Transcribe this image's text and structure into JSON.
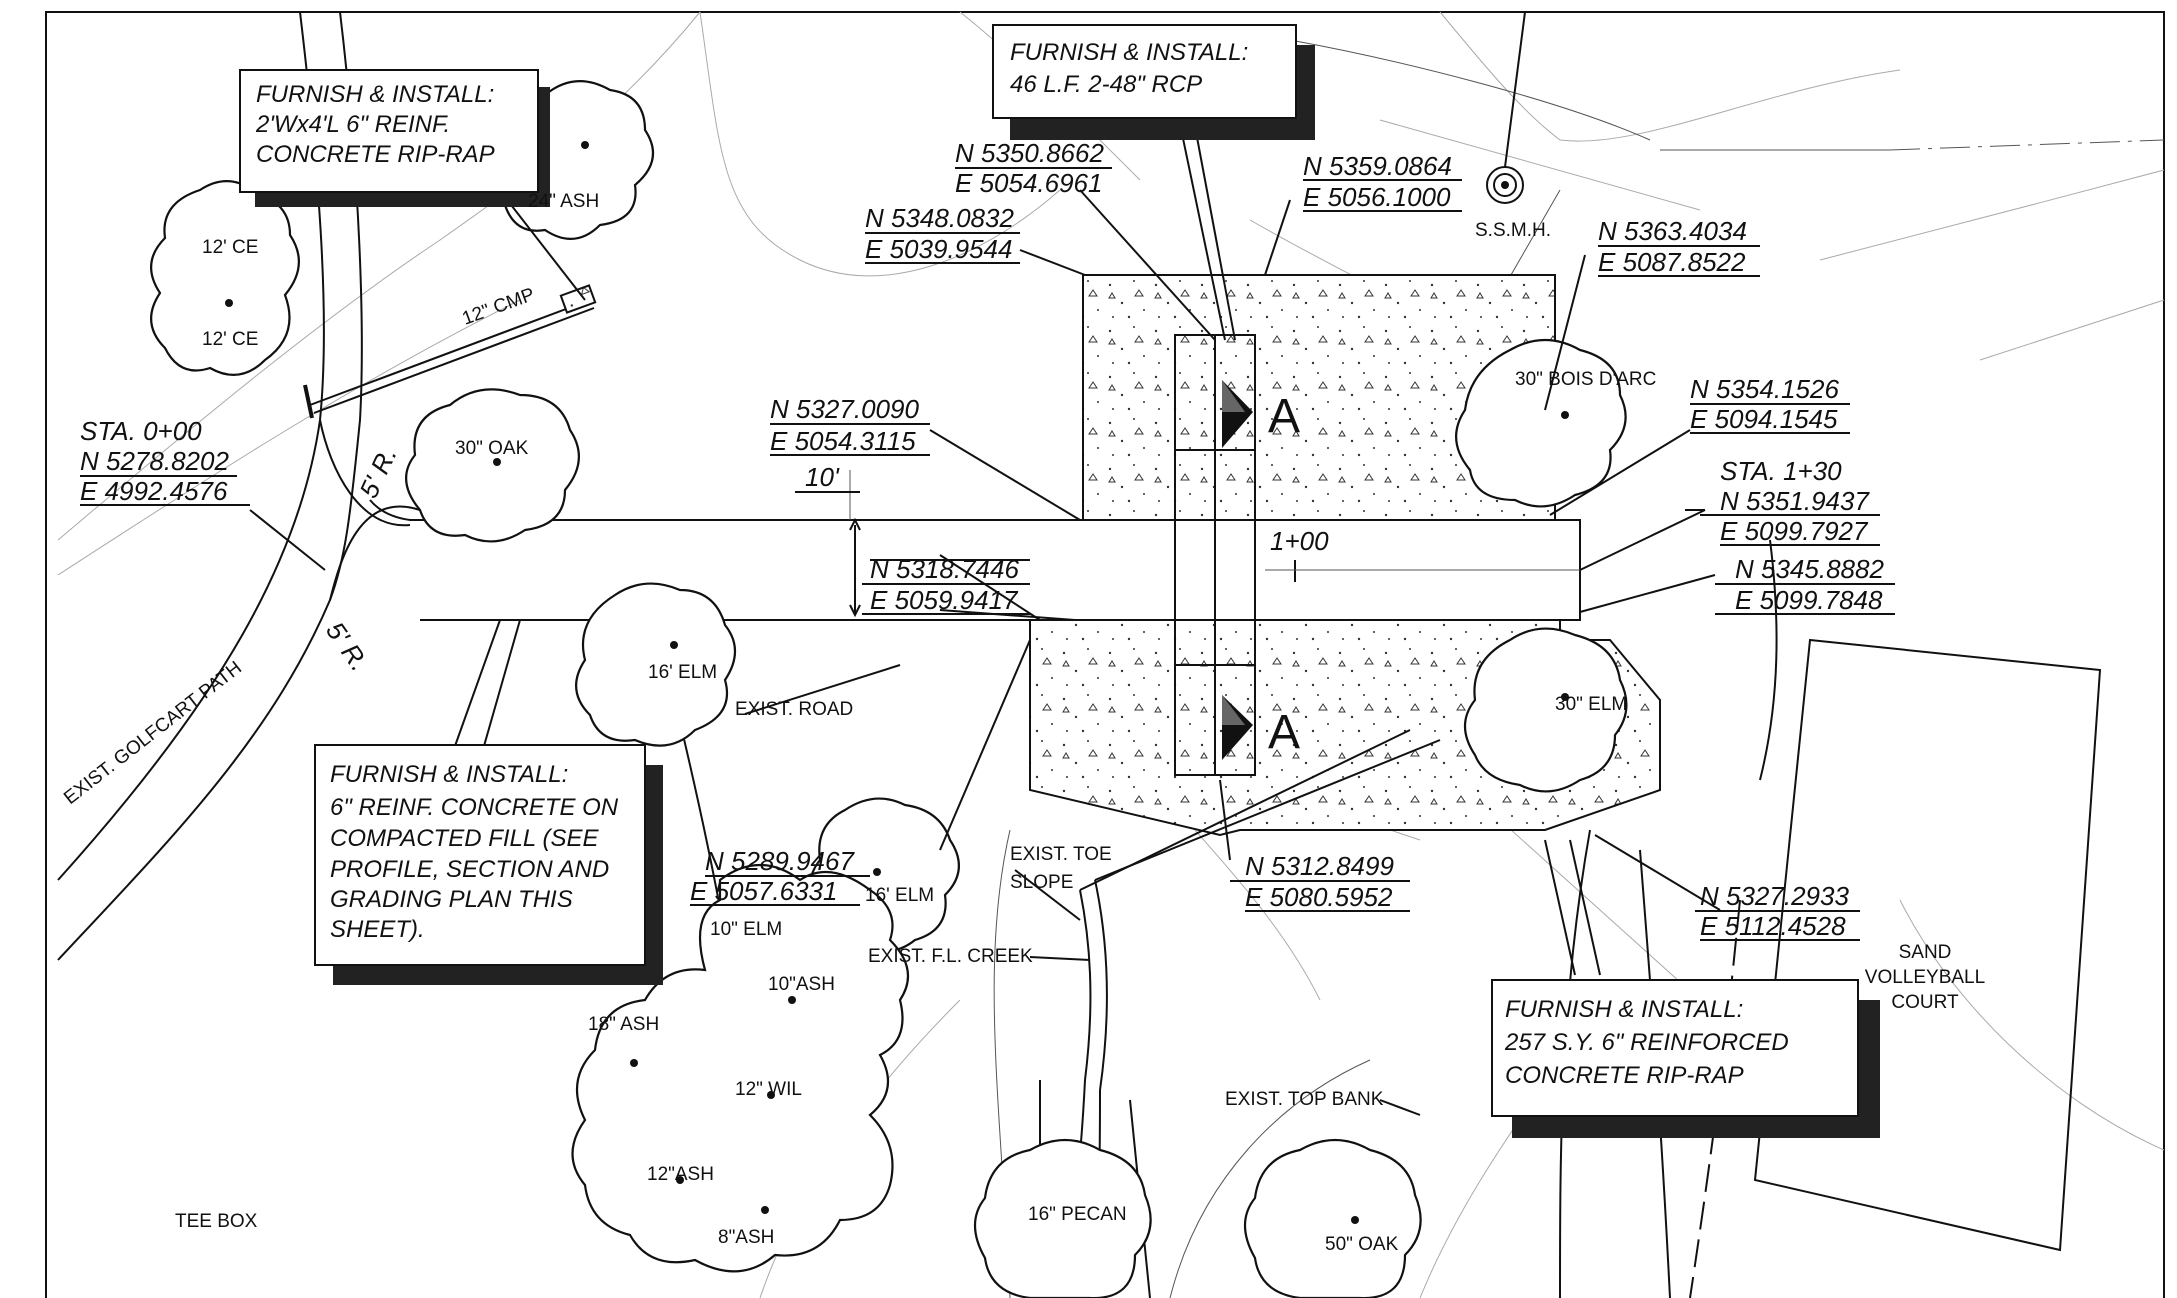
{
  "notes": {
    "riprap_small": [
      "FURNISH & INSTALL:",
      "2'Wx4'L 6\" REINF.",
      "CONCRETE RIP-RAP"
    ],
    "rcp": [
      "FURNISH & INSTALL:",
      "46 L.F. 2-48\" RCP"
    ],
    "concrete_fill": [
      "FURNISH & INSTALL:",
      "6\" REINF. CONCRETE ON",
      "COMPACTED FILL (SEE",
      "PROFILE, SECTION AND",
      "GRADING PLAN THIS",
      "SHEET)."
    ],
    "riprap_large": [
      "FURNISH & INSTALL:",
      "257 S.Y. 6\" REINFORCED",
      "CONCRETE RIP-RAP"
    ]
  },
  "coords": {
    "c1": {
      "n": "N 5350.8662",
      "e": "E 5054.6961"
    },
    "c2": {
      "n": "N 5348.0832",
      "e": "E 5039.9544"
    },
    "c3": {
      "n": "N 5359.0864",
      "e": "E 5056.1000"
    },
    "c4": {
      "n": "N 5363.4034",
      "e": "E 5087.8522"
    },
    "c5": {
      "n": "N 5327.0090",
      "e": "E 5054.3115"
    },
    "c6": {
      "sta": "STA. 0+00",
      "n": "N 5278.8202",
      "e": "E 4992.4576"
    },
    "c7": {
      "n": "N 5354.1526",
      "e": "E 5094.1545"
    },
    "c8": {
      "sta": "STA. 1+30",
      "n": "N 5351.9437",
      "e": "E 5099.7927"
    },
    "c9": {
      "n": "N 5318.7446",
      "e": "E 5059.9417"
    },
    "c10": {
      "n": "N 5345.8882",
      "e": "E 5099.7848"
    },
    "c11": {
      "n": "N 5289.9467",
      "e": "E 5057.6331"
    },
    "c12": {
      "n": "N 5312.8499",
      "e": "E 5080.5952"
    },
    "c13": {
      "n": "N 5327.2933",
      "e": "E 5112.4528"
    }
  },
  "labels": {
    "width": "10'",
    "station": "1+00",
    "radius": "5' R.",
    "cmp": "12\" CMP",
    "ssmh": "S.S.M.H.",
    "section": "A",
    "golfcart": "EXIST. GOLFCART PATH",
    "road": "EXIST. ROAD",
    "toe1": "EXIST. TOE",
    "toe2": "SLOPE",
    "creek": "EXIST. F.L. CREEK",
    "topbank": "EXIST. TOP BANK",
    "teebox": "TEE BOX",
    "volley": [
      "SAND",
      "VOLLEYBALL",
      "COURT"
    ]
  },
  "trees": {
    "ce1": "12' CE",
    "ce2": "12' CE",
    "ash24": "24\" ASH",
    "oak30": "30\" OAK",
    "bois": "30\" BOIS D'ARC",
    "elm16a": "16' ELM",
    "elm30": "30\" ELM",
    "elm16b": "16' ELM",
    "elm10": "10\" ELM",
    "ash10": "10\"ASH",
    "ash18": "18\" ASH",
    "wil12": "12\" WIL",
    "ash12": "12\"ASH",
    "ash8": "8\"ASH",
    "pecan16": "16\" PECAN",
    "oak50": "50\" OAK"
  }
}
